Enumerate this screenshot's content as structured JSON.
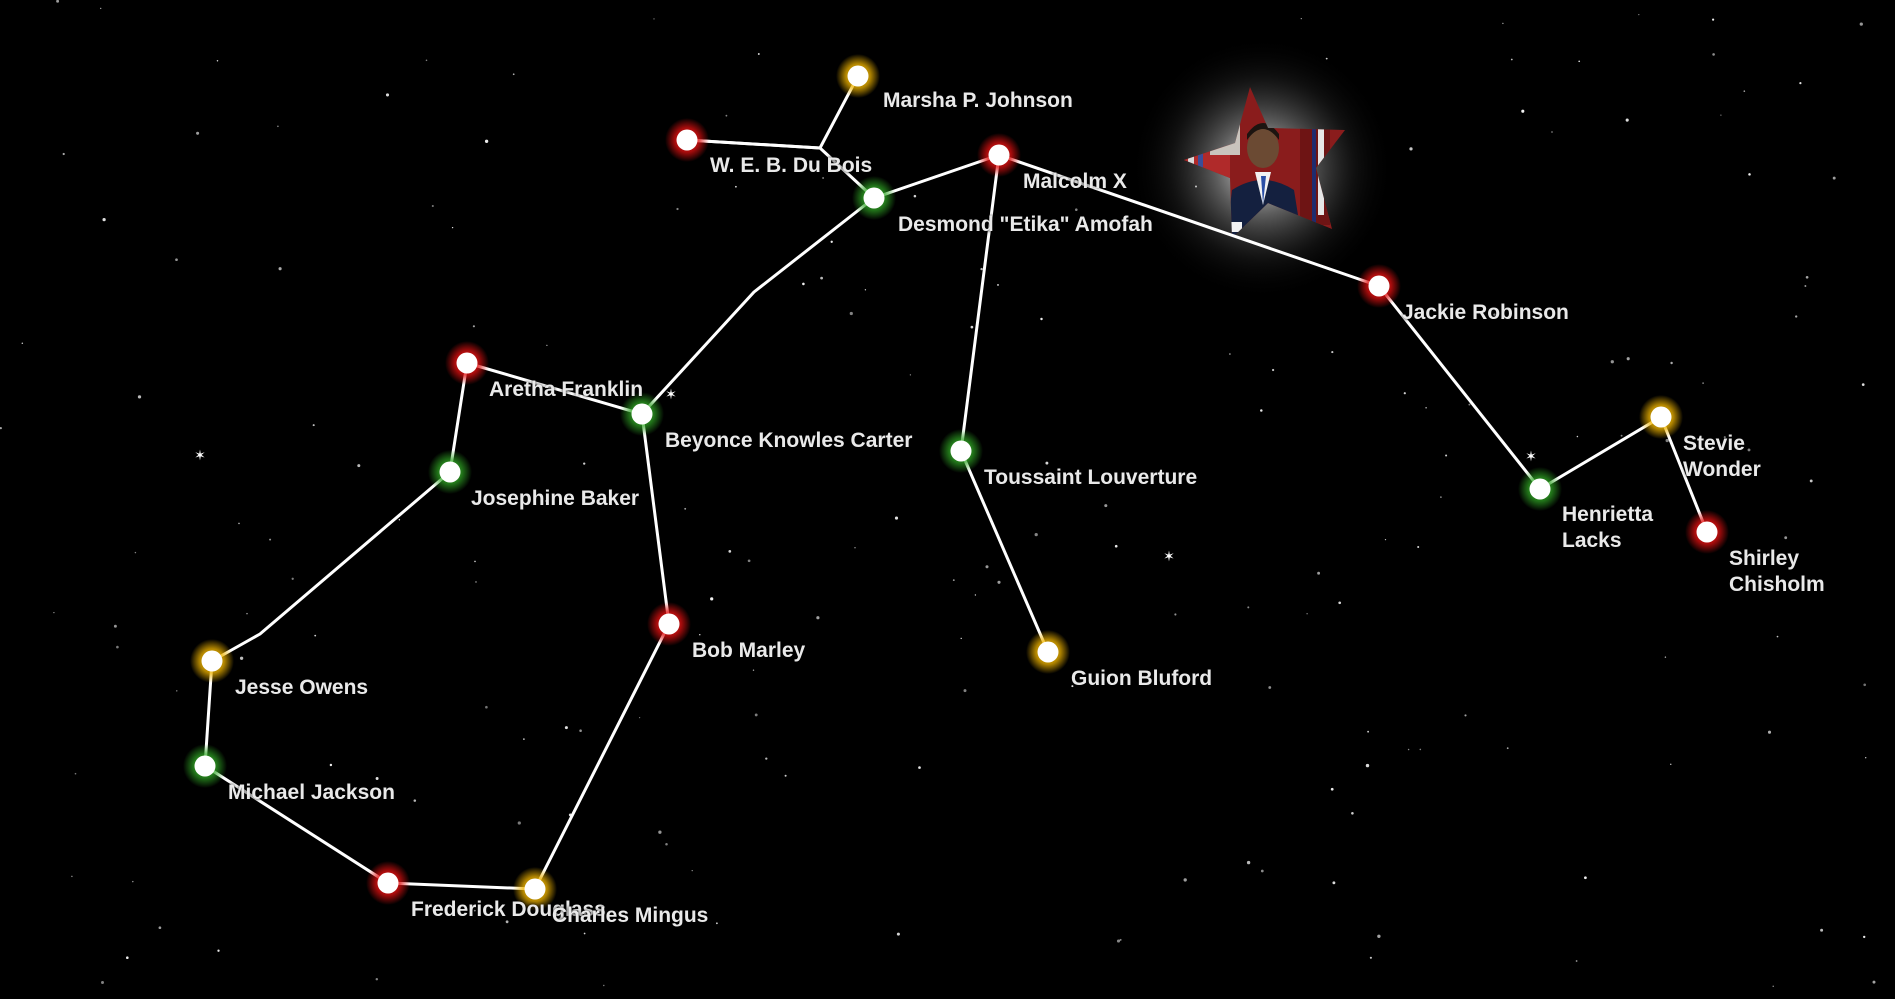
{
  "colors": {
    "background": "#000000",
    "line": "#ffffff",
    "label": "#e9e9e9",
    "star": "#ffffff",
    "glow_red": "#ff1a1a",
    "glow_yellow": "#ffc400",
    "glow_green": "#39c42c"
  },
  "featured": {
    "icon": "portrait-star-icon",
    "description_shown": "portrait photo clipped to a star shape"
  },
  "nodes": [
    {
      "id": "marsha",
      "label": "Marsha P. Johnson",
      "glow": "yellow"
    },
    {
      "id": "dubois",
      "label": "W. E. B. Du Bois",
      "glow": "red"
    },
    {
      "id": "malcolm",
      "label": "Malcolm X",
      "glow": "red"
    },
    {
      "id": "etika",
      "label": "Desmond \"Etika\" Amofah",
      "glow": "green"
    },
    {
      "id": "jackie",
      "label": "Jackie Robinson",
      "glow": "red"
    },
    {
      "id": "aretha",
      "label": "Aretha Franklin",
      "glow": "red"
    },
    {
      "id": "beyonce",
      "label": "Beyonce Knowles Carter",
      "glow": "green"
    },
    {
      "id": "josephine",
      "label": "Josephine Baker",
      "glow": "green"
    },
    {
      "id": "toussaint",
      "label": "Toussaint Louverture",
      "glow": "green"
    },
    {
      "id": "stevie",
      "label": "Stevie\nWonder",
      "glow": "yellow"
    },
    {
      "id": "henrietta",
      "label": "Henrietta\nLacks",
      "glow": "green"
    },
    {
      "id": "shirley",
      "label": "Shirley\nChisholm",
      "glow": "red"
    },
    {
      "id": "bob",
      "label": "Bob Marley",
      "glow": "red"
    },
    {
      "id": "guion",
      "label": "Guion Bluford",
      "glow": "yellow"
    },
    {
      "id": "jesse",
      "label": "Jesse Owens",
      "glow": "yellow"
    },
    {
      "id": "michael",
      "label": "Michael Jackson",
      "glow": "green"
    },
    {
      "id": "frederick",
      "label": "Frederick Douglass",
      "glow": "red"
    },
    {
      "id": "charles",
      "label": "Charles Mingus",
      "glow": "yellow"
    }
  ],
  "edges": [
    [
      "dubois",
      "marsha"
    ],
    [
      "dubois",
      "etika"
    ],
    [
      "etika",
      "malcolm"
    ],
    [
      "malcolm",
      "jackie"
    ],
    [
      "malcolm",
      "toussaint"
    ],
    [
      "toussaint",
      "guion"
    ],
    [
      "etika",
      "beyonce"
    ],
    [
      "beyonce",
      "aretha"
    ],
    [
      "aretha",
      "josephine"
    ],
    [
      "josephine",
      "jesse"
    ],
    [
      "jesse",
      "michael"
    ],
    [
      "michael",
      "frederick"
    ],
    [
      "frederick",
      "charles"
    ],
    [
      "charles",
      "bob"
    ],
    [
      "bob",
      "beyonce"
    ],
    [
      "jackie",
      "henrietta"
    ],
    [
      "henrietta",
      "stevie"
    ],
    [
      "stevie",
      "shirley"
    ]
  ]
}
